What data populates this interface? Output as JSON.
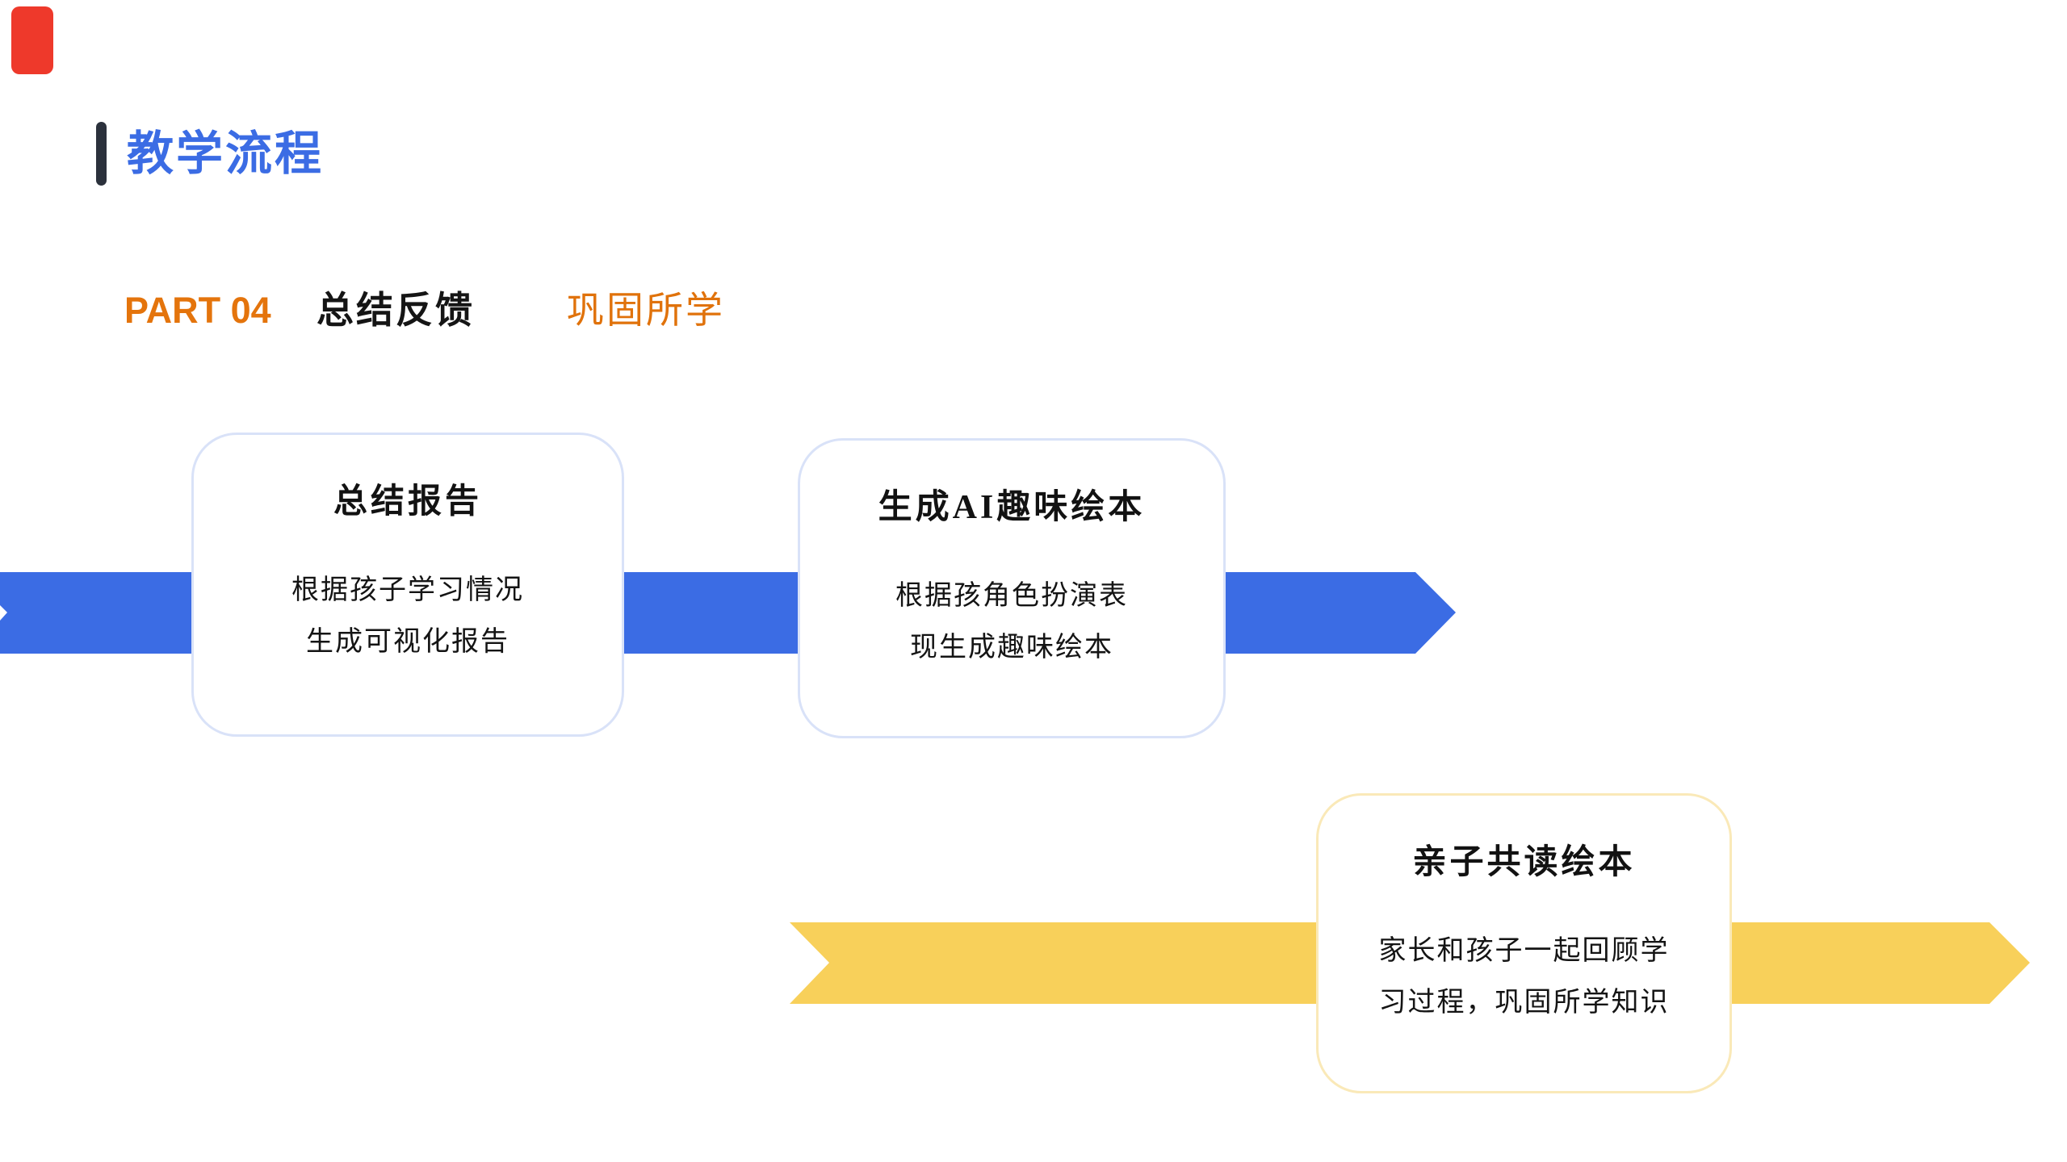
{
  "colors": {
    "accent_blue": "#3B6CE4",
    "accent_yellow": "#F8D05A",
    "accent_orange": "#E4740C",
    "subtitle_orange": "#E0720B",
    "title_bar_dark": "#2B313C",
    "card_border_blue": "#D9E2F8",
    "card_border_yellow": "#FAE9B8",
    "corner_marker_red": "#EE392B",
    "text_ink": "#141414"
  },
  "header": {
    "title": "教学流程"
  },
  "part": {
    "label": "PART 04",
    "title": "总结反馈",
    "subtitle": "巩固所学"
  },
  "cards": [
    {
      "title": "总结报告",
      "lines": [
        "根据孩子学习情况",
        "生成可视化报告"
      ]
    },
    {
      "title": "生成AI趣味绘本",
      "lines": [
        "根据孩角色扮演表",
        "现生成趣味绘本"
      ]
    },
    {
      "title": "亲子共读绘本",
      "lines": [
        "家长和孩子一起回顾学",
        "习过程，巩固所学知识"
      ]
    }
  ]
}
